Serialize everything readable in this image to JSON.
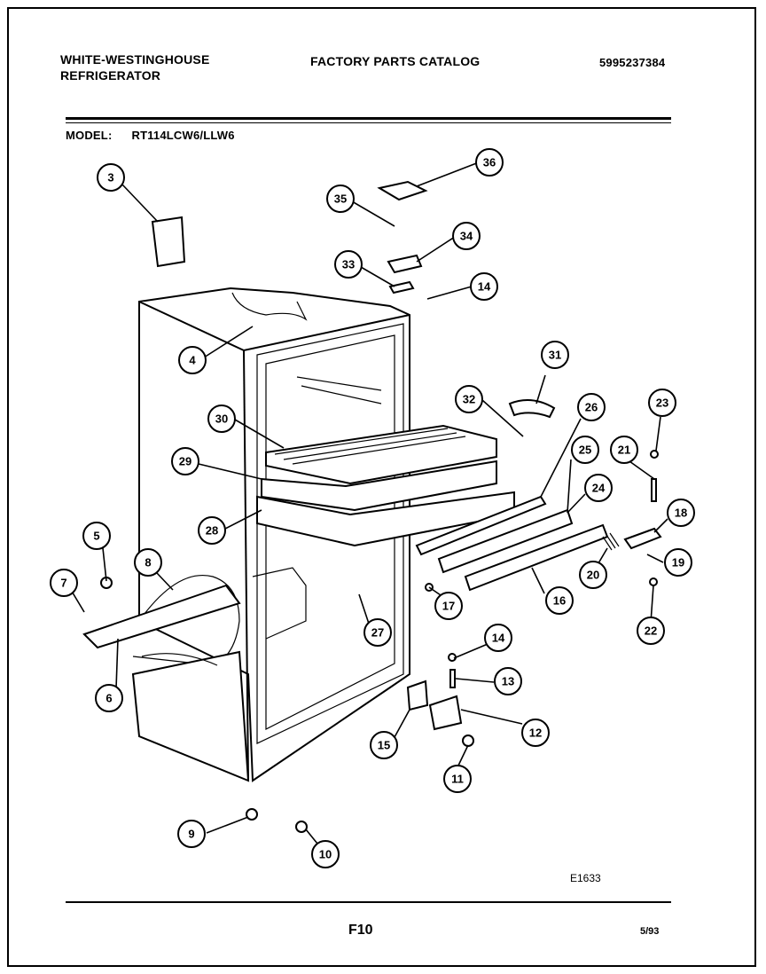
{
  "header": {
    "brand_line1": "WHITE-WESTINGHOUSE",
    "brand_line2": "REFRIGERATOR",
    "catalog_title": "FACTORY PARTS CATALOG",
    "catalog_number": "5995237384"
  },
  "model": {
    "label": "MODEL:",
    "value": "RT114LCW6/LLW6"
  },
  "diagram": {
    "callouts": [
      "3",
      "36",
      "35",
      "34",
      "33",
      "14",
      "4",
      "31",
      "32",
      "30",
      "26",
      "23",
      "29",
      "25",
      "21",
      "28",
      "24",
      "18",
      "5",
      "8",
      "7",
      "20",
      "19",
      "17",
      "16",
      "27",
      "22",
      "6",
      "14",
      "13",
      "12",
      "15",
      "11",
      "9",
      "10"
    ]
  },
  "footer": {
    "diagram_code": "E1633",
    "page": "F10",
    "date": "5/93"
  }
}
